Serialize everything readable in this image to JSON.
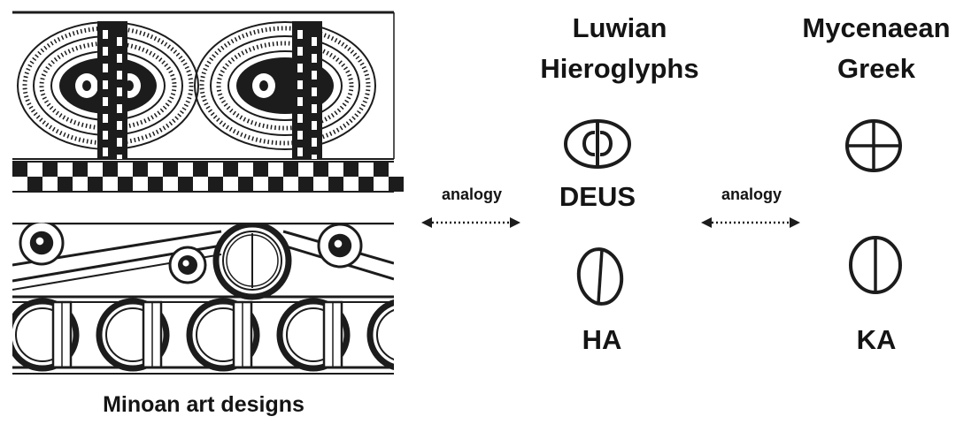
{
  "art": {
    "caption": "Minoan art designs"
  },
  "luwian": {
    "heading_line1": "Luwian",
    "heading_line2": "Hieroglyphs",
    "sign_top": "DEUS",
    "sign_bottom": "HA"
  },
  "mycenaean": {
    "heading_line1": "Mycenaean",
    "heading_line2": "Greek",
    "sign_bottom": "KA"
  },
  "arrows": {
    "left_label": "analogy",
    "right_label": "analogy"
  }
}
